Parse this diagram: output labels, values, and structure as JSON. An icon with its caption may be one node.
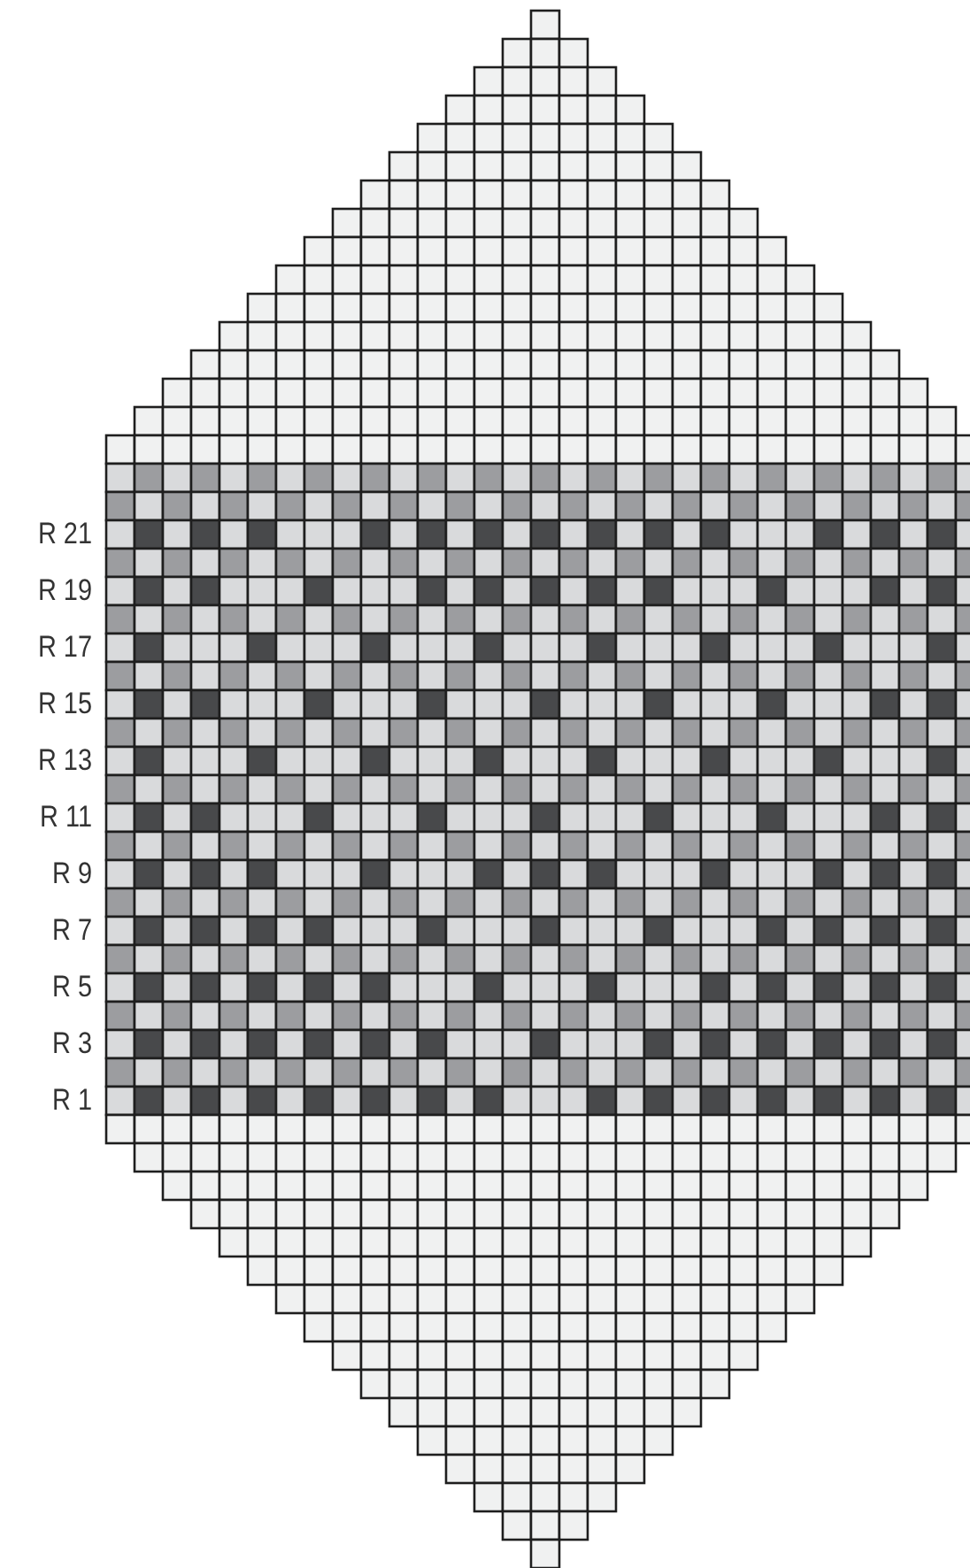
{
  "diagram": {
    "labels": [
      "R 21",
      "R 19",
      "R 17",
      "R 15",
      "R 13",
      "R 11",
      "R 9",
      "R 7",
      "R 5",
      "R 3",
      "R 1"
    ]
  }
}
